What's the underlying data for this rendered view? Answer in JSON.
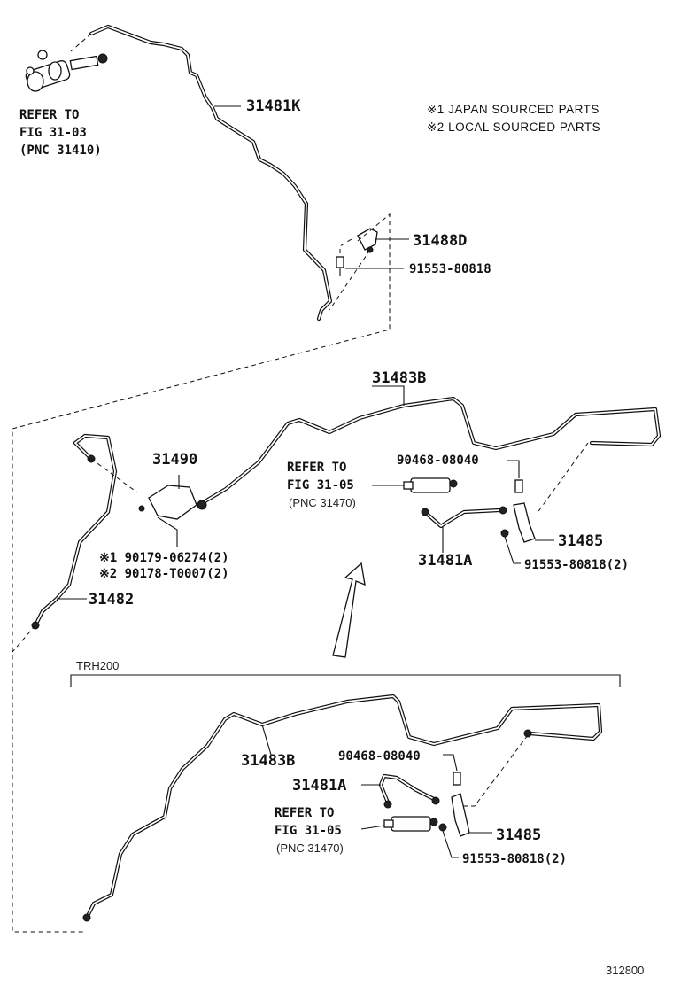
{
  "notes": {
    "japan": "※1 JAPAN SOURCED PARTS",
    "local": "※2 LOCAL SOURCED PARTS"
  },
  "labels": {
    "p31481K": "31481K",
    "p31488D": "31488D",
    "p91553_top": "91553-80818",
    "p31483B_mid": "31483B",
    "p31490": "31490",
    "p90468_mid": "90468-08040",
    "p31485_mid": "31485",
    "p31481A_mid": "31481A",
    "p91553_mid": "91553-80818(2)",
    "p90179": "※1 90179-06274(2)",
    "p90178": "※2 90178-T0007(2)",
    "p31482": "31482",
    "p31483B_bot": "31483B",
    "p90468_bot": "90468-08040",
    "p31481A_bot": "31481A",
    "p31485_bot": "31485",
    "p91553_bot": "91553-80818(2)",
    "variant": "TRH200",
    "fig_code": "312800"
  },
  "refs": {
    "top": {
      "line1": "REFER TO",
      "line2": "FIG 31-03",
      "line3": "(PNC 31410)"
    },
    "mid": {
      "line1": "REFER TO",
      "line2": "FIG 31-05",
      "line3": "(PNC 31470)"
    },
    "bot": {
      "line1": "REFER TO",
      "line2": "FIG 31-05",
      "line3": "(PNC 31470)"
    }
  }
}
